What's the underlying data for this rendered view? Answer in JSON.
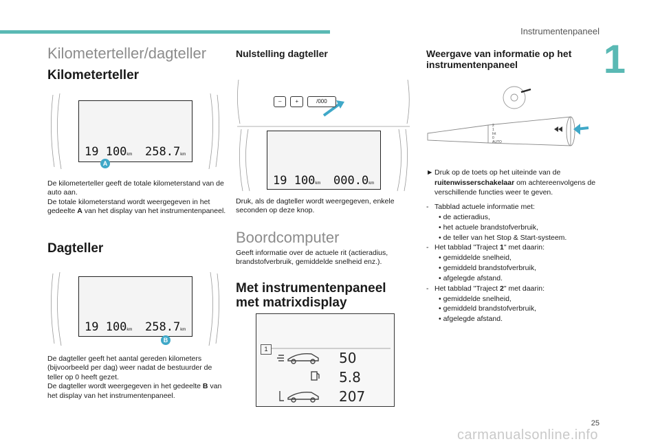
{
  "header": {
    "section": "Instrumentenpaneel",
    "chapter": "1",
    "page": "25"
  },
  "watermark": "carmanualsonline.info",
  "left": {
    "main_title": "Kilometerteller/dagteller",
    "odometer": {
      "title": "Kilometerteller",
      "display": {
        "total": "19 100",
        "trip": "258.7",
        "unit": "km",
        "badge": "A"
      },
      "text1": "De kilometerteller geeft de totale kilometerstand van de auto aan.",
      "text2_pre": "De totale kilometerstand wordt weergegeven in het gedeelte ",
      "text2_bold": "A",
      "text2_post": " van het display van het instrumentenpaneel."
    },
    "trip": {
      "title": "Dagteller",
      "display": {
        "total": "19 100",
        "trip": "258.7",
        "unit": "km",
        "badge": "B"
      },
      "text1": "De dagteller geeft het aantal gereden kilometers (bijvoorbeeld per dag) weer nadat de bestuurder de teller op 0 heeft gezet.",
      "text2_pre": "De dagteller wordt weergegeven in het gedeelte ",
      "text2_bold": "B",
      "text2_post": " van het display van het instrumentenpaneel."
    }
  },
  "middle": {
    "reset": {
      "title": "Nulstelling dagteller",
      "buttons": {
        "minus": "–",
        "plus": "+",
        "reset": "/000"
      },
      "display": {
        "total": "19 100",
        "trip": "000.0",
        "unit": "km"
      },
      "text": "Druk, als de dagteller wordt weergegeven, enkele seconden op deze knop."
    },
    "computer": {
      "title": "Boordcomputer",
      "text": "Geeft informatie over de actuele rit (actieradius, brandstofverbruik, gemiddelde snelheid enz.)."
    },
    "matrix": {
      "title_line1": "Met instrumentenpaneel",
      "title_line2": "met matrixdisplay",
      "tab": "1",
      "values": [
        "50",
        "5.8",
        "207"
      ]
    }
  },
  "right": {
    "title_line1": "Weergave van informatie op het",
    "title_line2": "instrumentenpaneel",
    "stalk_labels": [
      "2",
      "1",
      "Int",
      "0",
      "AUTO"
    ],
    "press_pre": "Druk op de toets op het uiteinde van de ",
    "press_bold": "ruitenwisserschakelaar",
    "press_post": " om achtereenvolgens de verschillende functies weer te geven.",
    "tab_current": "Tabblad actuele informatie met:",
    "current_items": [
      "de actieradius,",
      "het actuele brandstofverbruik,",
      "de teller van het Stop & Start-systeem."
    ],
    "tab1_pre": "Het tabblad \"Traject ",
    "tab1_bold": "1",
    "tab1_post": "\" met daarin:",
    "tab1_items": [
      "gemiddelde snelheid,",
      "gemiddeld brandstofverbruik,",
      "afgelegde afstand."
    ],
    "tab2_pre": "Het tabblad \"Traject ",
    "tab2_bold": "2",
    "tab2_post": "\" met daarin:",
    "tab2_items": [
      "gemiddelde snelheid,",
      "gemiddeld brandstofverbruik,",
      "afgelegde afstand."
    ]
  }
}
